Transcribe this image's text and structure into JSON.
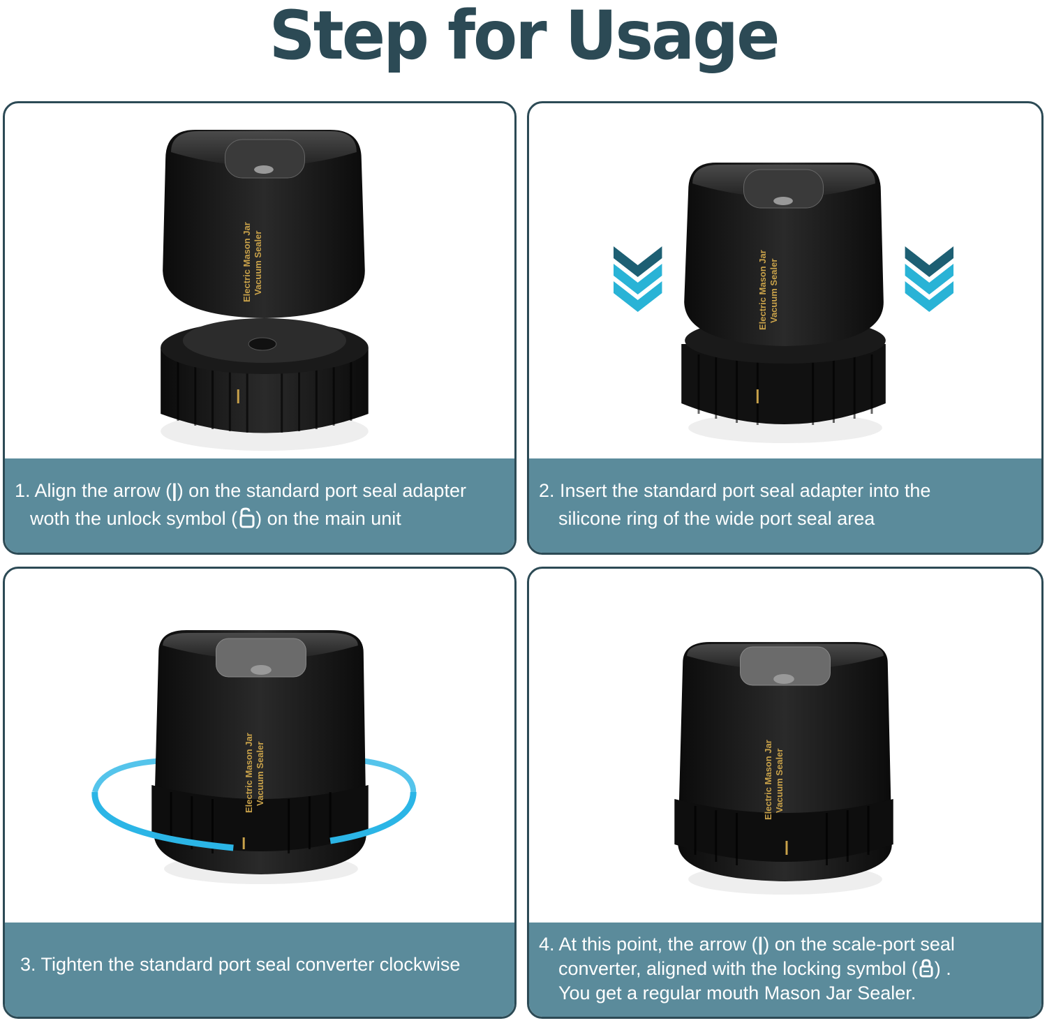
{
  "title": "Step for Usage",
  "device_label_line1": "Electric Mason Jar",
  "device_label_line2": "Vacuum Sealer",
  "steps": [
    {
      "line1_pre": "1. Align the arrow (",
      "arrow_symbol": "|",
      "line1_post": ") on the standard port seal adapter",
      "line2_pre": "woth the unlock symbol (",
      "line2_post": ") on the main unit"
    },
    {
      "line1": "2. Insert the standard port seal adapter into the",
      "line2": "silicone ring of the wide port seal area"
    },
    {
      "line1": "3. Tighten the standard port seal converter clockwise"
    },
    {
      "line1_pre": "4. At this point, the arrow (",
      "arrow_symbol": "|",
      "line1_post": ") on the scale-port seal",
      "line2_pre": "converter, aligned with the locking symbol (",
      "line2_post": ") .",
      "line3": "You get a regular mouth Mason Jar Sealer."
    }
  ],
  "colors": {
    "title": "#2c4a55",
    "caption_bg": "#5b8b9b",
    "border": "#2c4a55",
    "arrow_dark": "#1d5f73",
    "arrow_light": "#29b3d6",
    "ring": "#2bb5e6",
    "label_gold": "#c9a24a"
  },
  "icons": [
    "unlock-icon",
    "lock-icon",
    "chevron-down-icon",
    "rotation-ring-icon"
  ]
}
